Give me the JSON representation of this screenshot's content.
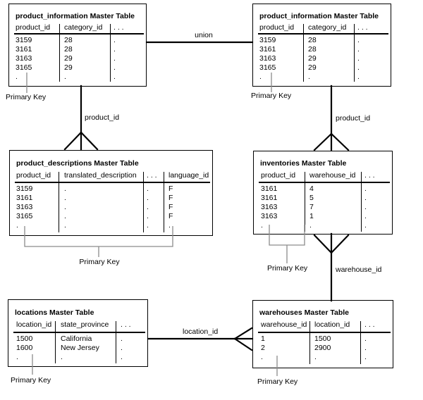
{
  "tables": {
    "product_information_left": {
      "title": "product_information Master Table",
      "columns": [
        "product_id",
        "category_id",
        ". . ."
      ],
      "rows": [
        [
          "3159",
          "28",
          "."
        ],
        [
          "3161",
          "28",
          "."
        ],
        [
          "3163",
          "29",
          "."
        ],
        [
          "3165",
          "29",
          "."
        ],
        [
          ".",
          ".",
          "."
        ]
      ]
    },
    "product_information_right": {
      "title": "product_information Master Table",
      "columns": [
        "product_id",
        "category_id",
        ". . ."
      ],
      "rows": [
        [
          "3159",
          "28",
          "."
        ],
        [
          "3161",
          "28",
          "."
        ],
        [
          "3163",
          "29",
          "."
        ],
        [
          "3165",
          "29",
          "."
        ],
        [
          ".",
          ".",
          "."
        ]
      ]
    },
    "product_descriptions": {
      "title": "product_descriptions Master Table",
      "columns": [
        "product_id",
        "translated_description",
        ". . .",
        "language_id"
      ],
      "rows": [
        [
          "3159",
          ".",
          ".",
          "F"
        ],
        [
          "3161",
          ".",
          ".",
          "F"
        ],
        [
          "3163",
          ".",
          ".",
          "F"
        ],
        [
          "3165",
          ".",
          ".",
          "F"
        ],
        [
          ".",
          ".",
          ".",
          "."
        ]
      ]
    },
    "inventories": {
      "title": "inventories Master Table",
      "columns": [
        "product_id",
        "warehouse_id",
        ". . ."
      ],
      "rows": [
        [
          "3161",
          "4",
          "."
        ],
        [
          "3161",
          "5",
          "."
        ],
        [
          "3163",
          "7",
          "."
        ],
        [
          "3163",
          "1",
          "."
        ],
        [
          ".",
          ".",
          "."
        ]
      ]
    },
    "locations": {
      "title": "locations Master Table",
      "columns": [
        "location_id",
        "state_province",
        ". . ."
      ],
      "rows": [
        [
          "1500",
          "California",
          "."
        ],
        [
          "1600",
          "New Jersey",
          "."
        ],
        [
          ".",
          ".",
          "."
        ]
      ]
    },
    "warehouses": {
      "title": "warehouses Master Table",
      "columns": [
        "warehouse_id",
        "location_id",
        ". . ."
      ],
      "rows": [
        [
          "1",
          "1500",
          "."
        ],
        [
          "2",
          "2900",
          "."
        ],
        [
          ".",
          ".",
          "."
        ]
      ]
    }
  },
  "labels": {
    "union": "union",
    "product_id_left": "product_id",
    "product_id_right": "product_id",
    "warehouse_id": "warehouse_id",
    "location_id": "location_id",
    "primary_key": "Primary Key"
  },
  "colors": {
    "background": "#ffffff",
    "line": "#000000",
    "callout": "#8c8c8c",
    "text": "#000000"
  }
}
